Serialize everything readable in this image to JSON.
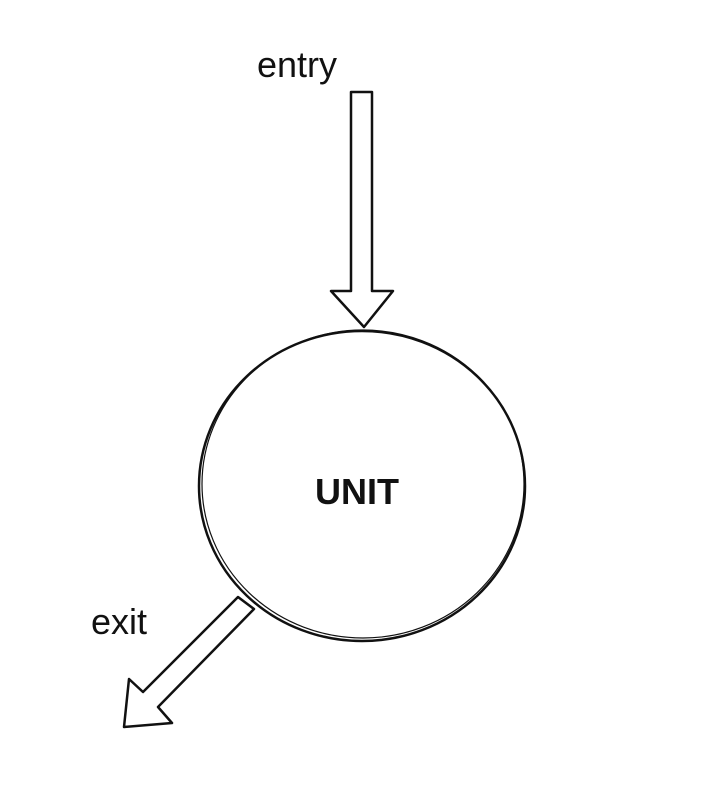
{
  "labels": {
    "entry": "entry",
    "exit": "exit",
    "unit": "UNIT"
  },
  "colors": {
    "stroke": "#111111",
    "background": "#ffffff"
  }
}
